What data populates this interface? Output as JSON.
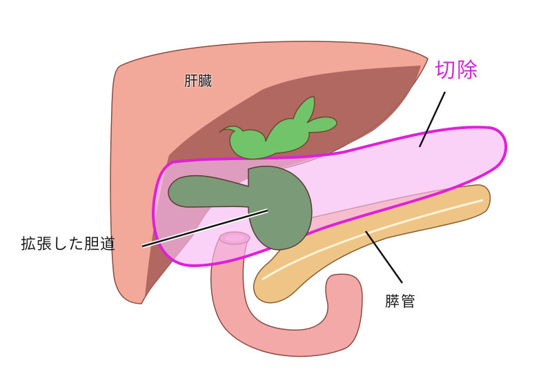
{
  "diagram": {
    "labels": {
      "liver": "肝臓",
      "resection": "切除",
      "dilated_bile_duct": "拡張した胆道",
      "pancreatic_duct": "膵管"
    },
    "colors": {
      "liver": "#f2a99a",
      "liver_dark": "#a8605a",
      "bile_duct_intrahepatic": "#72c46a",
      "bile_duct_dilated": "#7a9a78",
      "resection_outline": "#e020d8",
      "resection_fill": "#fbd0f8",
      "pancreas": "#efc587",
      "duodenum": "#f2a9a8",
      "leader_line": "#111111"
    }
  }
}
